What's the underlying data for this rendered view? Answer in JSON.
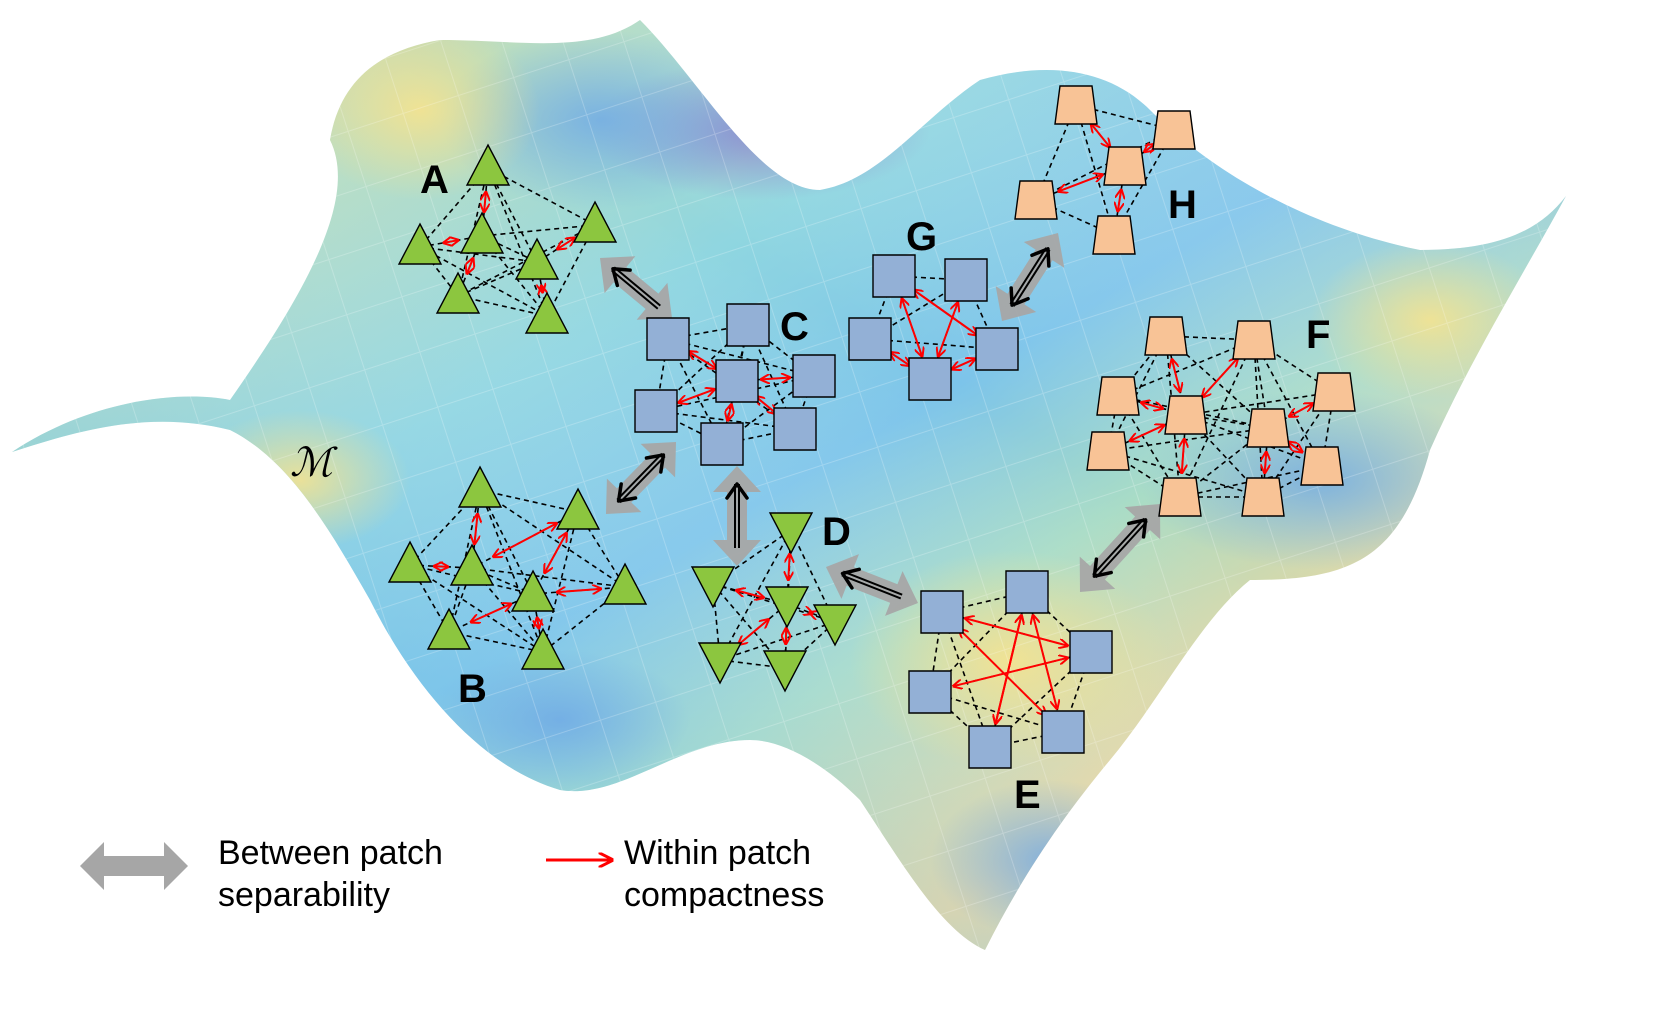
{
  "diagram": {
    "manifold_label": "ℳ",
    "patches": [
      {
        "id": "A",
        "label": "A",
        "shape": "triangle-up",
        "color": "#8cc63f"
      },
      {
        "id": "B",
        "label": "B",
        "shape": "triangle-up",
        "color": "#8cc63f"
      },
      {
        "id": "C",
        "label": "C",
        "shape": "square",
        "color": "#93b0d6"
      },
      {
        "id": "D",
        "label": "D",
        "shape": "triangle-down",
        "color": "#8cc63f"
      },
      {
        "id": "E",
        "label": "E",
        "shape": "square",
        "color": "#93b0d6"
      },
      {
        "id": "F",
        "label": "F",
        "shape": "trapezoid",
        "color": "#f8c396"
      },
      {
        "id": "G",
        "label": "G",
        "shape": "square",
        "color": "#93b0d6"
      },
      {
        "id": "H",
        "label": "H",
        "shape": "trapezoid",
        "color": "#f8c396"
      }
    ],
    "between_patch_links": [
      [
        "A",
        "C"
      ],
      [
        "C",
        "B"
      ],
      [
        "C",
        "D"
      ],
      [
        "D",
        "E"
      ],
      [
        "E",
        "F"
      ],
      [
        "G",
        "H"
      ]
    ],
    "colors": {
      "between_arrow": "#a6a6a6",
      "within_arrow": "#ff0000",
      "edge": "#000000"
    }
  },
  "legend": {
    "between": {
      "line1": "Between patch",
      "line2": "separability"
    },
    "within": {
      "line1": "Within patch",
      "line2": "compactness"
    }
  }
}
